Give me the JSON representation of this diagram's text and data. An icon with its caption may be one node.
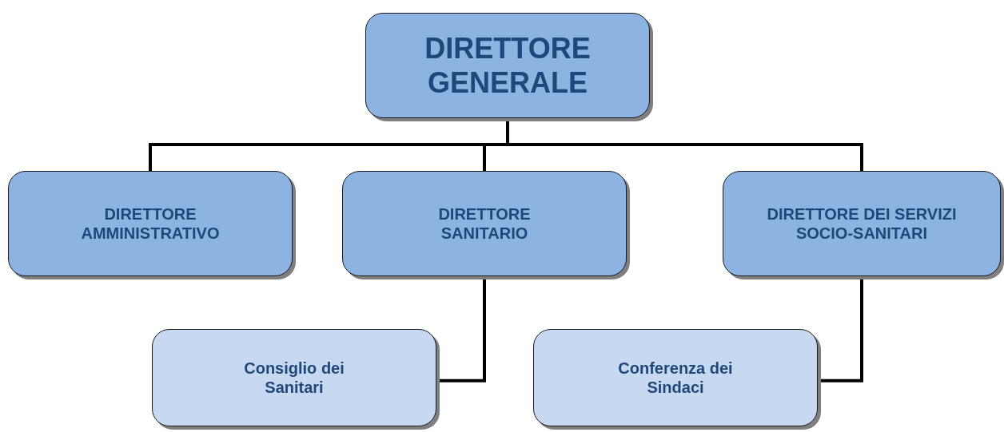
{
  "diagram": {
    "nodes": [
      {
        "text": [
          "DIRETTORE GENERALE"
        ]
      },
      {
        "text": [
          "DIRETTORE AMMINISTRATIVO"
        ]
      },
      {
        "text": [
          "DIRETTORE SANITARIO"
        ]
      },
      {
        "text": [
          "DIRETTORE DEI SERVIZI SOCIO-SANITARI"
        ]
      },
      {
        "text": [
          "Consiglio dei Sanitari"
        ]
      },
      {
        "text": [
          "Conferenza dei Sindaci"
        ]
      }
    ],
    "edges": [
      {
        "from": 0,
        "to": 1,
        "arrow": "none"
      },
      {
        "from": 0,
        "to": 2,
        "arrow": "none"
      },
      {
        "from": 0,
        "to": 3,
        "arrow": "none"
      },
      {
        "from": 2,
        "to": 4,
        "arrow": "none"
      },
      {
        "from": 3,
        "to": 5,
        "arrow": "none"
      }
    ]
  }
}
